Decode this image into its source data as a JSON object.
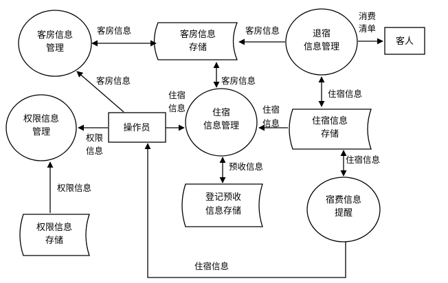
{
  "nodes": {
    "room_mgmt": [
      "客房信息",
      "管理"
    ],
    "room_store": [
      "客房信息",
      "存储"
    ],
    "checkout_mgmt": [
      "退宿",
      "信息管理"
    ],
    "guest": [
      "客人"
    ],
    "perm_mgmt": [
      "权限信息",
      "管理"
    ],
    "operator": [
      "操作员"
    ],
    "stay_mgmt": [
      "住宿",
      "信息管理"
    ],
    "stay_store": [
      "住宿信息",
      "存储"
    ],
    "prepay_store": [
      "登记预收",
      "信息存储"
    ],
    "fee_alert": [
      "宿费信息",
      "提醒"
    ],
    "perm_store": [
      "权限信息",
      "存储"
    ]
  },
  "edges": {
    "roommgmt_roomstore": "客房信息",
    "checkout_roomstore": "客房信息",
    "checkout_guest": [
      "消费",
      "清单"
    ],
    "operator_roommgmt": "客房信息",
    "roomstore_staymgmt": "客房信息",
    "operator_staymgmt": [
      "住宿",
      "信息"
    ],
    "operator_permmgmt": [
      "权限",
      "信息"
    ],
    "staystore_staymgmt": [
      "住宿",
      "信息"
    ],
    "checkout_staystore": "住宿信息",
    "staymgmt_prepay": "预收信息",
    "staystore_fee": "住宿信息",
    "permstore_permmgmt": "权限信息",
    "fee_operator": "住宿信息"
  }
}
